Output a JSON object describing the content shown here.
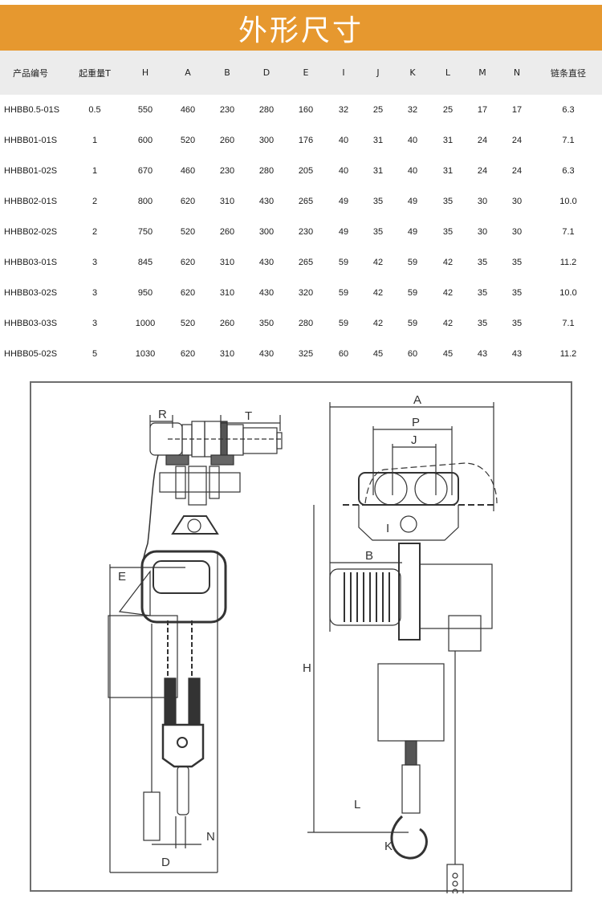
{
  "banner": {
    "title": "外形尺寸",
    "color": "#e6982f"
  },
  "table": {
    "headers": [
      "产品编号",
      "起重量T",
      "H",
      "A",
      "B",
      "D",
      "E",
      "I",
      "J",
      "K",
      "L",
      "M",
      "N",
      "链条直径"
    ],
    "rows": [
      [
        "HHBB0.5-01S",
        "0.5",
        "550",
        "460",
        "230",
        "280",
        "160",
        "32",
        "25",
        "32",
        "25",
        "17",
        "17",
        "6.3"
      ],
      [
        "HHBB01-01S",
        "1",
        "600",
        "520",
        "260",
        "300",
        "176",
        "40",
        "31",
        "40",
        "31",
        "24",
        "24",
        "7.1"
      ],
      [
        "HHBB01-02S",
        "1",
        "670",
        "460",
        "230",
        "280",
        "205",
        "40",
        "31",
        "40",
        "31",
        "24",
        "24",
        "6.3"
      ],
      [
        "HHBB02-01S",
        "2",
        "800",
        "620",
        "310",
        "430",
        "265",
        "49",
        "35",
        "49",
        "35",
        "30",
        "30",
        "10.0"
      ],
      [
        "HHBB02-02S",
        "2",
        "750",
        "520",
        "260",
        "300",
        "230",
        "49",
        "35",
        "49",
        "35",
        "30",
        "30",
        "7.1"
      ],
      [
        "HHBB03-01S",
        "3",
        "845",
        "620",
        "310",
        "430",
        "265",
        "59",
        "42",
        "59",
        "42",
        "35",
        "35",
        "11.2"
      ],
      [
        "HHBB03-02S",
        "3",
        "950",
        "620",
        "310",
        "430",
        "320",
        "59",
        "42",
        "59",
        "42",
        "35",
        "35",
        "10.0"
      ],
      [
        "HHBB03-03S",
        "3",
        "1000",
        "520",
        "260",
        "350",
        "280",
        "59",
        "42",
        "59",
        "42",
        "35",
        "35",
        "7.1"
      ],
      [
        "HHBB05-02S",
        "5",
        "1030",
        "620",
        "310",
        "430",
        "325",
        "60",
        "45",
        "60",
        "45",
        "43",
        "43",
        "11.2"
      ]
    ]
  },
  "drawing": {
    "side_view_labels": {
      "R": "R",
      "T": "T",
      "E": "E",
      "D": "D",
      "N": "N"
    },
    "front_view_labels": {
      "A": "A",
      "P": "P",
      "J": "J",
      "I": "I",
      "B": "B",
      "H": "H",
      "L": "L",
      "K": "K"
    }
  }
}
